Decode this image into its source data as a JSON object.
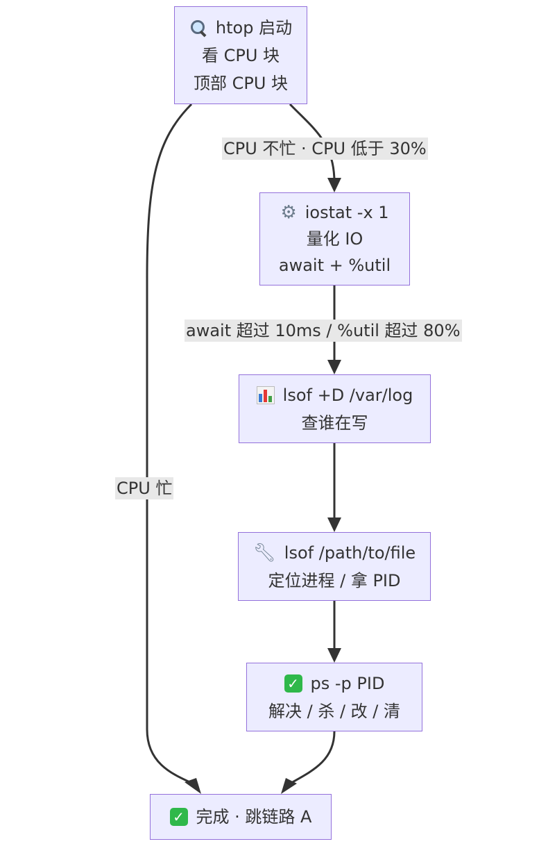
{
  "nodes": {
    "htop": {
      "icon": "magnifying-glass-icon",
      "lines": [
        "htop 启动",
        "看 CPU 块",
        "顶部 CPU 块"
      ]
    },
    "iostat": {
      "icon": "gear-icon",
      "lines": [
        "iostat -x 1",
        "量化 IO",
        "await + %util"
      ]
    },
    "lsof_dir": {
      "icon": "bar-chart-icon",
      "lines": [
        "lsof +D /var/log",
        "查谁在写"
      ]
    },
    "lsof_file": {
      "icon": "wrench-icon",
      "lines": [
        "lsof /path/to/file",
        "定位进程 / 拿 PID"
      ]
    },
    "ps": {
      "icon": "check-mark-icon",
      "lines": [
        "ps -p PID",
        "解决 / 杀 / 改 / 清"
      ]
    },
    "done": {
      "icon": "check-mark-icon",
      "lines": [
        "完成 · 跳链路 A"
      ]
    }
  },
  "edges": {
    "htop_to_iostat": "CPU 不忙 · CPU 低于 30%",
    "iostat_to_lsof": "await 超过 10ms / %util 超过 80%",
    "htop_to_done": "CPU 忙"
  },
  "colors": {
    "node_fill": "#ECECFF",
    "node_border": "#9370DB",
    "edge": "#333333",
    "label_bg": "#e8e8e8",
    "check_green": "#2fb84a"
  }
}
